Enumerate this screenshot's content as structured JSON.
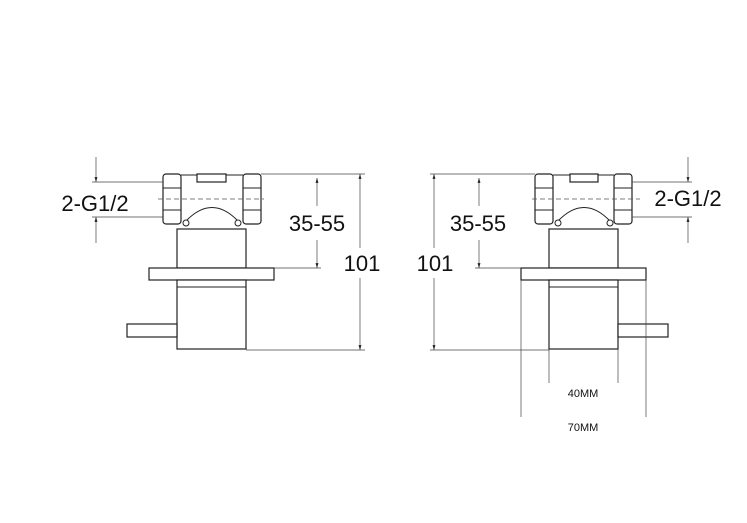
{
  "left_view": {
    "thread_label": "2-G1/2",
    "adjust_range_label": "35-55",
    "height_label": "101"
  },
  "right_view": {
    "thread_label": "2-G1/2",
    "adjust_range_label": "35-55",
    "height_label": "101",
    "body_width_label": "40MM",
    "flange_width_label": "70MM"
  }
}
